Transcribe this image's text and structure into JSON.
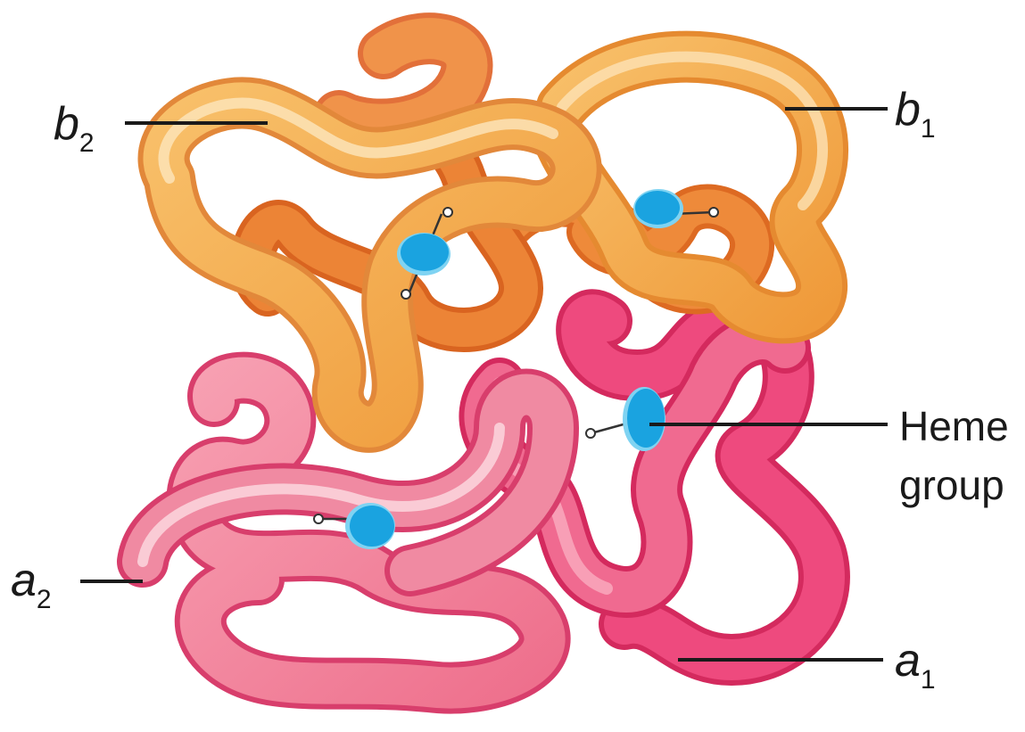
{
  "labels": {
    "b2": {
      "letter": "b",
      "subscript": "2"
    },
    "b1": {
      "letter": "b",
      "subscript": "1"
    },
    "a2": {
      "letter": "a",
      "subscript": "2"
    },
    "a1": {
      "letter": "a",
      "subscript": "1"
    },
    "heme_line1": "Heme",
    "heme_line2": "group"
  },
  "colors": {
    "beta_chain": "#f2a547",
    "beta_chain_dark": "#e8782e",
    "alpha_chain": "#f07a92",
    "alpha_chain_dark": "#e83a6e",
    "heme": "#1aa3e0",
    "label_line": "#1a1a1a"
  }
}
